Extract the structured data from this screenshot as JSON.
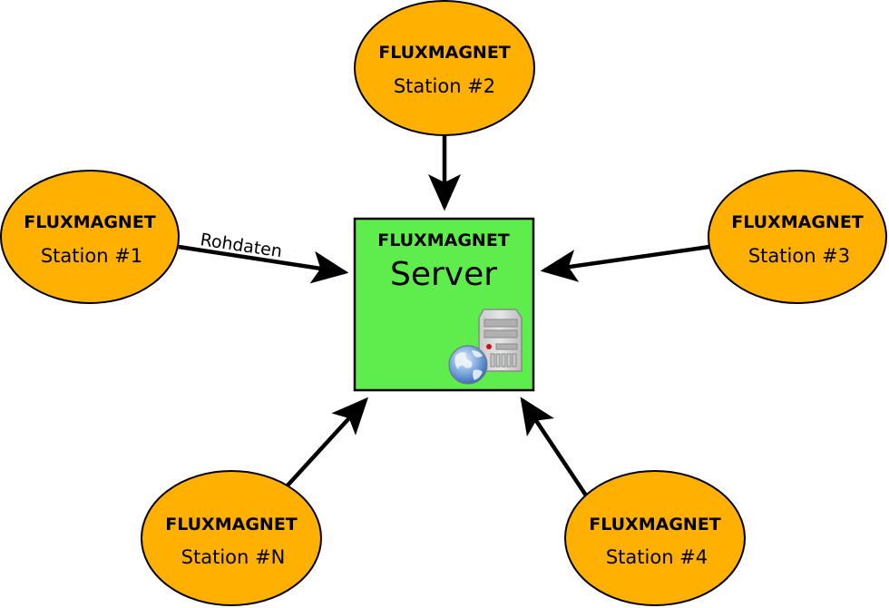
{
  "colors": {
    "station_fill": "#ffb000",
    "server_fill": "#5fec4d",
    "stroke": "#000000"
  },
  "server": {
    "title": "FLUXMAGNET",
    "subtitle": "Server",
    "icon": "server-globe-icon"
  },
  "stations": [
    {
      "id": "station-1",
      "title": "FLUXMAGNET",
      "subtitle": "Station #1"
    },
    {
      "id": "station-2",
      "title": "FLUXMAGNET",
      "subtitle": "Station #2"
    },
    {
      "id": "station-3",
      "title": "FLUXMAGNET",
      "subtitle": "Station #3"
    },
    {
      "id": "station-n",
      "title": "FLUXMAGNET",
      "subtitle": "Station #N"
    },
    {
      "id": "station-4",
      "title": "FLUXMAGNET",
      "subtitle": "Station #4"
    }
  ],
  "edges": [
    {
      "from": "station-1",
      "to": "server",
      "label": "Rohdaten"
    },
    {
      "from": "station-2",
      "to": "server",
      "label": ""
    },
    {
      "from": "station-3",
      "to": "server",
      "label": ""
    },
    {
      "from": "station-n",
      "to": "server",
      "label": ""
    },
    {
      "from": "station-4",
      "to": "server",
      "label": ""
    }
  ]
}
